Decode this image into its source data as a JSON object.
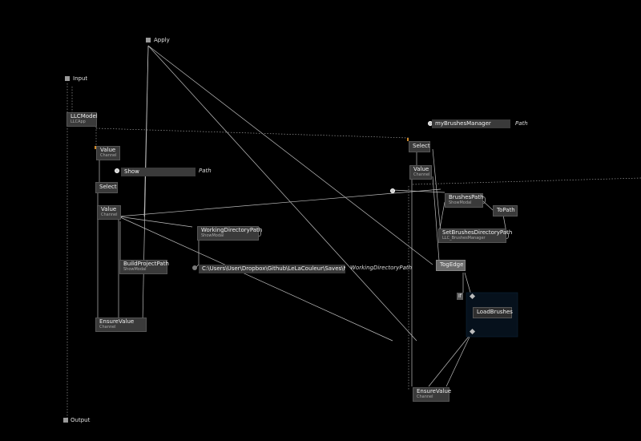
{
  "graph": {
    "io": {
      "apply": "Apply",
      "input": "Input",
      "output": "Output"
    },
    "nodes": {
      "llcmodel": {
        "title": "LLCModel",
        "sub": "LLCApp"
      },
      "value1": {
        "title": "Value",
        "sub": "Channel"
      },
      "select1": {
        "title": "Select"
      },
      "value2": {
        "title": "Value",
        "sub": "Channel"
      },
      "wdpath": {
        "title": "WorkingDirectoryPath",
        "sub": "ShowModal"
      },
      "buildproj": {
        "title": "BuildProjectPath",
        "sub": "ShowModal"
      },
      "ensure1": {
        "title": "EnsureValue",
        "sub": "Channel"
      },
      "select2": {
        "title": "Select"
      },
      "value3": {
        "title": "Value",
        "sub": "Channel"
      },
      "brushespath": {
        "title": "BrushesPath",
        "sub": "ShowModal"
      },
      "topath": {
        "title": "ToPath"
      },
      "setbrushes": {
        "title": "SetBrushesDirectoryPath",
        "sub": "LLC_BrushesManager"
      },
      "togedge": {
        "title": "TogEdge"
      },
      "loadbrushes": {
        "title": "LoadBrushes"
      },
      "ensure2": {
        "title": "EnsureValue",
        "sub": "Channel"
      }
    },
    "fields": {
      "show": {
        "value": "Show",
        "label": "Path"
      },
      "brushesmanager": {
        "value": "myBrushesManager",
        "label": "Path"
      },
      "wdir": {
        "value": "C:\\Users\\User\\Dropbox\\Github\\LeLaCouleur\\Saves\\NoN",
        "label": "WorkingDirectoryPath"
      }
    },
    "if_label": "If"
  }
}
